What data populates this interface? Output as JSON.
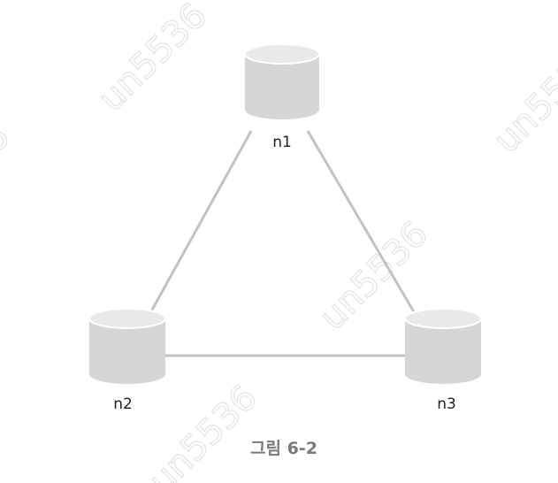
{
  "diagram": {
    "nodes": [
      {
        "id": "n1",
        "label": "n1"
      },
      {
        "id": "n2",
        "label": "n2"
      },
      {
        "id": "n3",
        "label": "n3"
      }
    ],
    "edges": [
      {
        "from": "n1",
        "to": "n2"
      },
      {
        "from": "n1",
        "to": "n3"
      },
      {
        "from": "n2",
        "to": "n3"
      }
    ],
    "caption": "그림 6-2"
  },
  "watermark": {
    "text": "un5536"
  },
  "colors": {
    "edge": "#c2c2c2",
    "cylinder_body": "#d6d6d6",
    "cylinder_top": "#e9e9e9",
    "caption": "#7a7a7a",
    "label": "#222222"
  }
}
